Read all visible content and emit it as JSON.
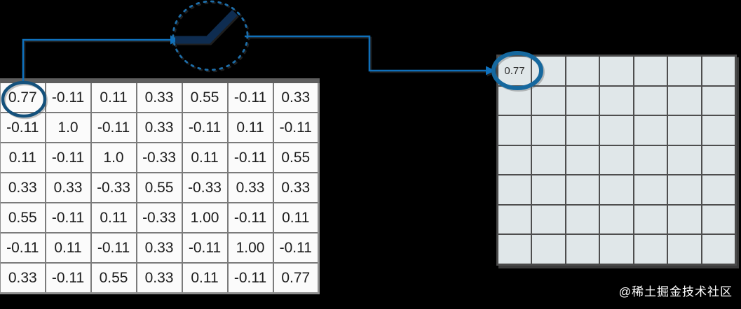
{
  "left_matrix": {
    "rows": [
      [
        "0.77",
        "-0.11",
        "0.11",
        "0.33",
        "0.55",
        "-0.11",
        "0.33"
      ],
      [
        "-0.11",
        "1.0",
        "-0.11",
        "0.33",
        "-0.11",
        "0.11",
        "-0.11"
      ],
      [
        "0.11",
        "-0.11",
        "1.0",
        "-0.33",
        "0.11",
        "-0.11",
        "0.55"
      ],
      [
        "0.33",
        "0.33",
        "-0.33",
        "0.55",
        "-0.33",
        "0.33",
        "0.33"
      ],
      [
        "0.55",
        "-0.11",
        "0.11",
        "-0.33",
        "1.00",
        "-0.11",
        "0.11"
      ],
      [
        "-0.11",
        "0.11",
        "-0.11",
        "0.33",
        "-0.11",
        "1.00",
        "-0.11"
      ],
      [
        "0.33",
        "-0.11",
        "0.55",
        "0.33",
        "0.11",
        "-0.11",
        "0.77"
      ]
    ],
    "highlighted_cell": {
      "row": 0,
      "col": 0,
      "value": "0.77"
    }
  },
  "activation": {
    "icon": "relu-function-icon"
  },
  "right_matrix": {
    "rows": 7,
    "cols": 7,
    "filled_cell": {
      "row": 0,
      "col": 0,
      "value": "0.77"
    }
  },
  "watermark": {
    "text": "@稀土掘金技术社区"
  },
  "colors": {
    "connector_blue": "#0f70bb",
    "dashed_circle_blue": "#1d6da8",
    "relu_navy": "#0e2c50",
    "input_highlight_blue": "#14517c",
    "output_highlight_blue": "#15689e"
  }
}
